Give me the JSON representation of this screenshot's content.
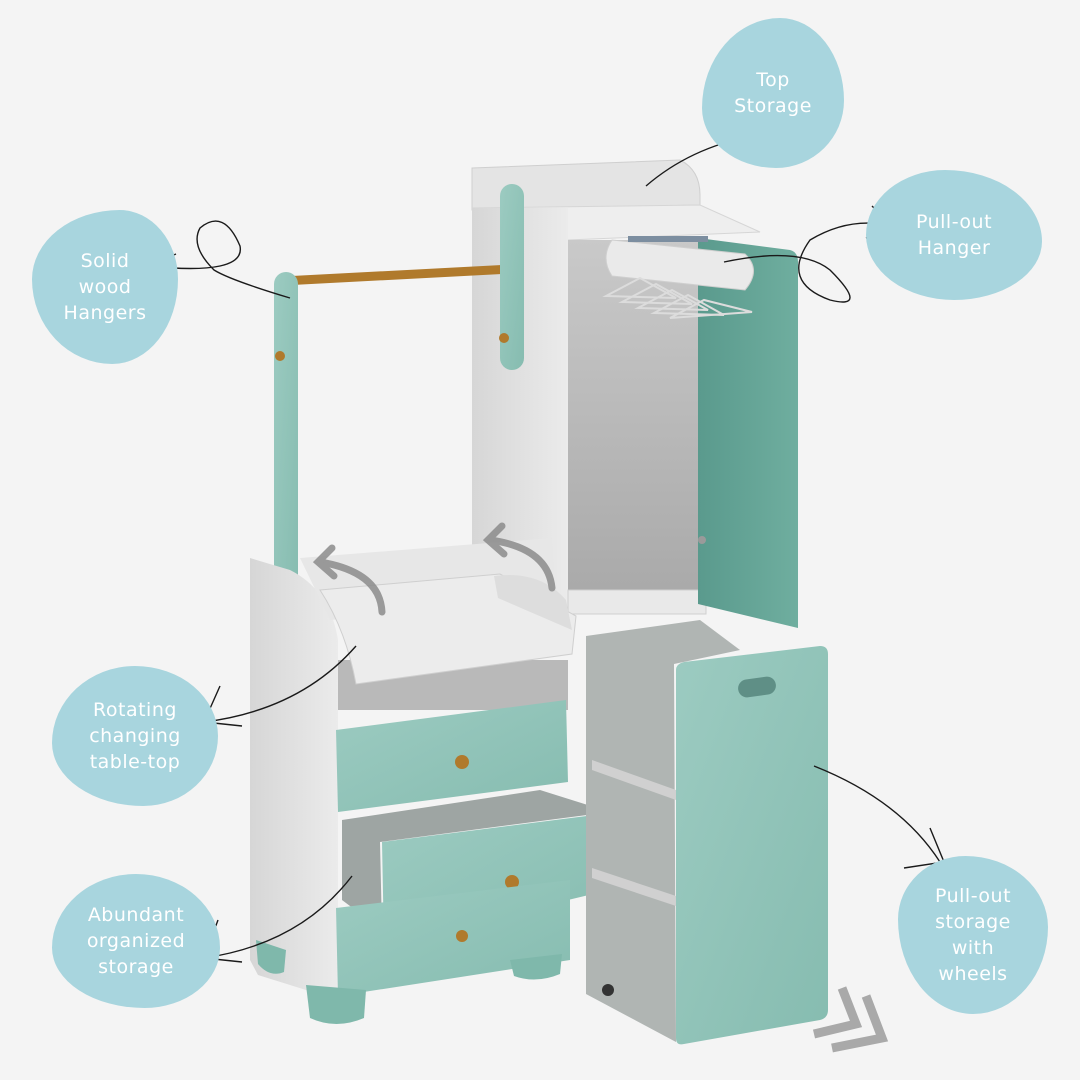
{
  "callouts": {
    "top_storage": "Top\nStorage",
    "pull_out_hanger": "Pull-out\nHanger",
    "solid_wood_hangers": "Solid\nwood\nHangers",
    "rotating_table_top": "Rotating\nchanging\ntable-top",
    "abundant_storage": "Abundant\norganized\nstorage",
    "pull_out_storage": "Pull-out\nstorage\nwith\nwheels"
  },
  "colors": {
    "background": "#f4f4f4",
    "callout_blob": "#a8d5de",
    "callout_text": "#ffffff",
    "body_white": "#e6e6e6",
    "body_shade": "#d2d2d2",
    "teal_panel": "#8fc4b8",
    "teal_dark": "#5f9e92",
    "wood": "#b07a2c",
    "arrow_gray": "#8c8c8c",
    "line": "#1a1a1a"
  }
}
